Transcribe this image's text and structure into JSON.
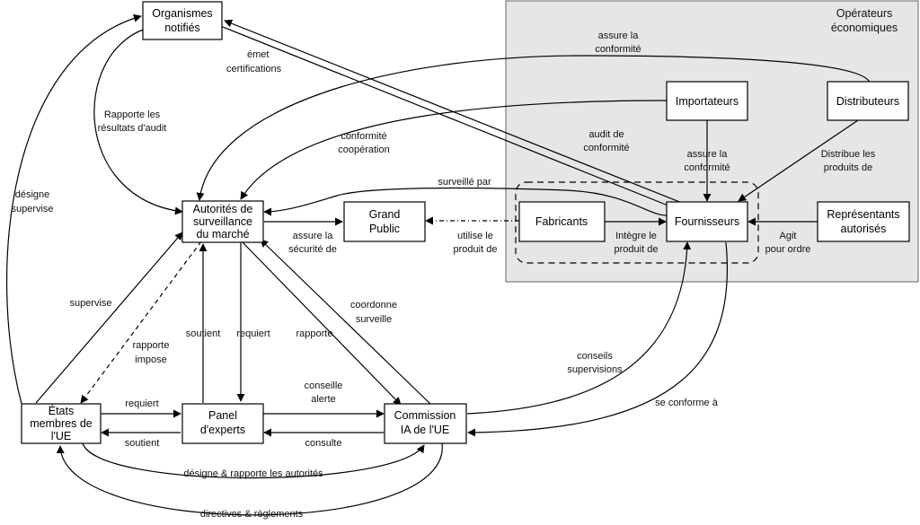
{
  "group": {
    "title_line1": "Opérateurs",
    "title_line2": "économiques"
  },
  "nodes": {
    "organismes": {
      "l1": "Organismes",
      "l2": "notifiés"
    },
    "autorites": {
      "l1": "Autorités de",
      "l2": "surveillance",
      "l3": "du marché"
    },
    "grand_public": {
      "l1": "Grand",
      "l2": "Public"
    },
    "etats": {
      "l1": "États",
      "l2": "membres de",
      "l3": "l'UE"
    },
    "panel": {
      "l1": "Panel",
      "l2": "d'experts"
    },
    "commission": {
      "l1": "Commission",
      "l2": "IA de l'UE"
    },
    "importateurs": {
      "l1": "Importateurs"
    },
    "distributeurs": {
      "l1": "Distributeurs"
    },
    "fabricants": {
      "l1": "Fabricants"
    },
    "fournisseurs": {
      "l1": "Fournisseurs"
    },
    "representants": {
      "l1": "Représentants",
      "l2": "autorisés"
    }
  },
  "edges": {
    "emet_certifications": {
      "l1": "émet",
      "l2": "certifications"
    },
    "assure_conformite_top": {
      "l1": "assure la",
      "l2": "conformité"
    },
    "rapporte_resultats": {
      "l1": "Rapporte les",
      "l2": "résultats d'audit"
    },
    "conformite_cooperation": {
      "l1": "conformité",
      "l2": "coopération"
    },
    "audit_conformite": {
      "l1": "audit de",
      "l2": "conformité"
    },
    "assure_conformite_imp": {
      "l1": "assure la",
      "l2": "conformité"
    },
    "distribue_produits": {
      "l1": "Distribue les",
      "l2": "produits de"
    },
    "designe_supervise": {
      "l1": "désigne",
      "l2": "supervise"
    },
    "surveille_par": {
      "l1": "surveillé par"
    },
    "assure_securite": {
      "l1": "assure la",
      "l2": "sécurité de"
    },
    "utilise_produit": {
      "l1": "utilise le",
      "l2": "produit de"
    },
    "integre_produit": {
      "l1": "Intègre le",
      "l2": "produit de"
    },
    "agit_pour_ordre": {
      "l1": "Agit",
      "l2": "pour ordre"
    },
    "supervise": {
      "l1": "supervise"
    },
    "rapporte_impose": {
      "l1": "rapporte",
      "l2": "impose"
    },
    "soutient_up": {
      "l1": "soutient"
    },
    "requiert_down": {
      "l1": "requiert"
    },
    "rapporte": {
      "l1": "rapporte"
    },
    "coordonne_surveille": {
      "l1": "coordonne",
      "l2": "surveille"
    },
    "conseils_supervisions": {
      "l1": "conseils",
      "l2": "supervisions"
    },
    "se_conforme": {
      "l1": "se conforme à"
    },
    "requiert_etats": {
      "l1": "requiert"
    },
    "soutient_etats": {
      "l1": "soutient"
    },
    "conseille_alerte": {
      "l1": "conseille",
      "l2": "alerte"
    },
    "consulte": {
      "l1": "consulte"
    },
    "designe_rapporte": {
      "l1": "désigne & rapporte les autorités"
    },
    "directives": {
      "l1": "directives & règlements"
    }
  }
}
